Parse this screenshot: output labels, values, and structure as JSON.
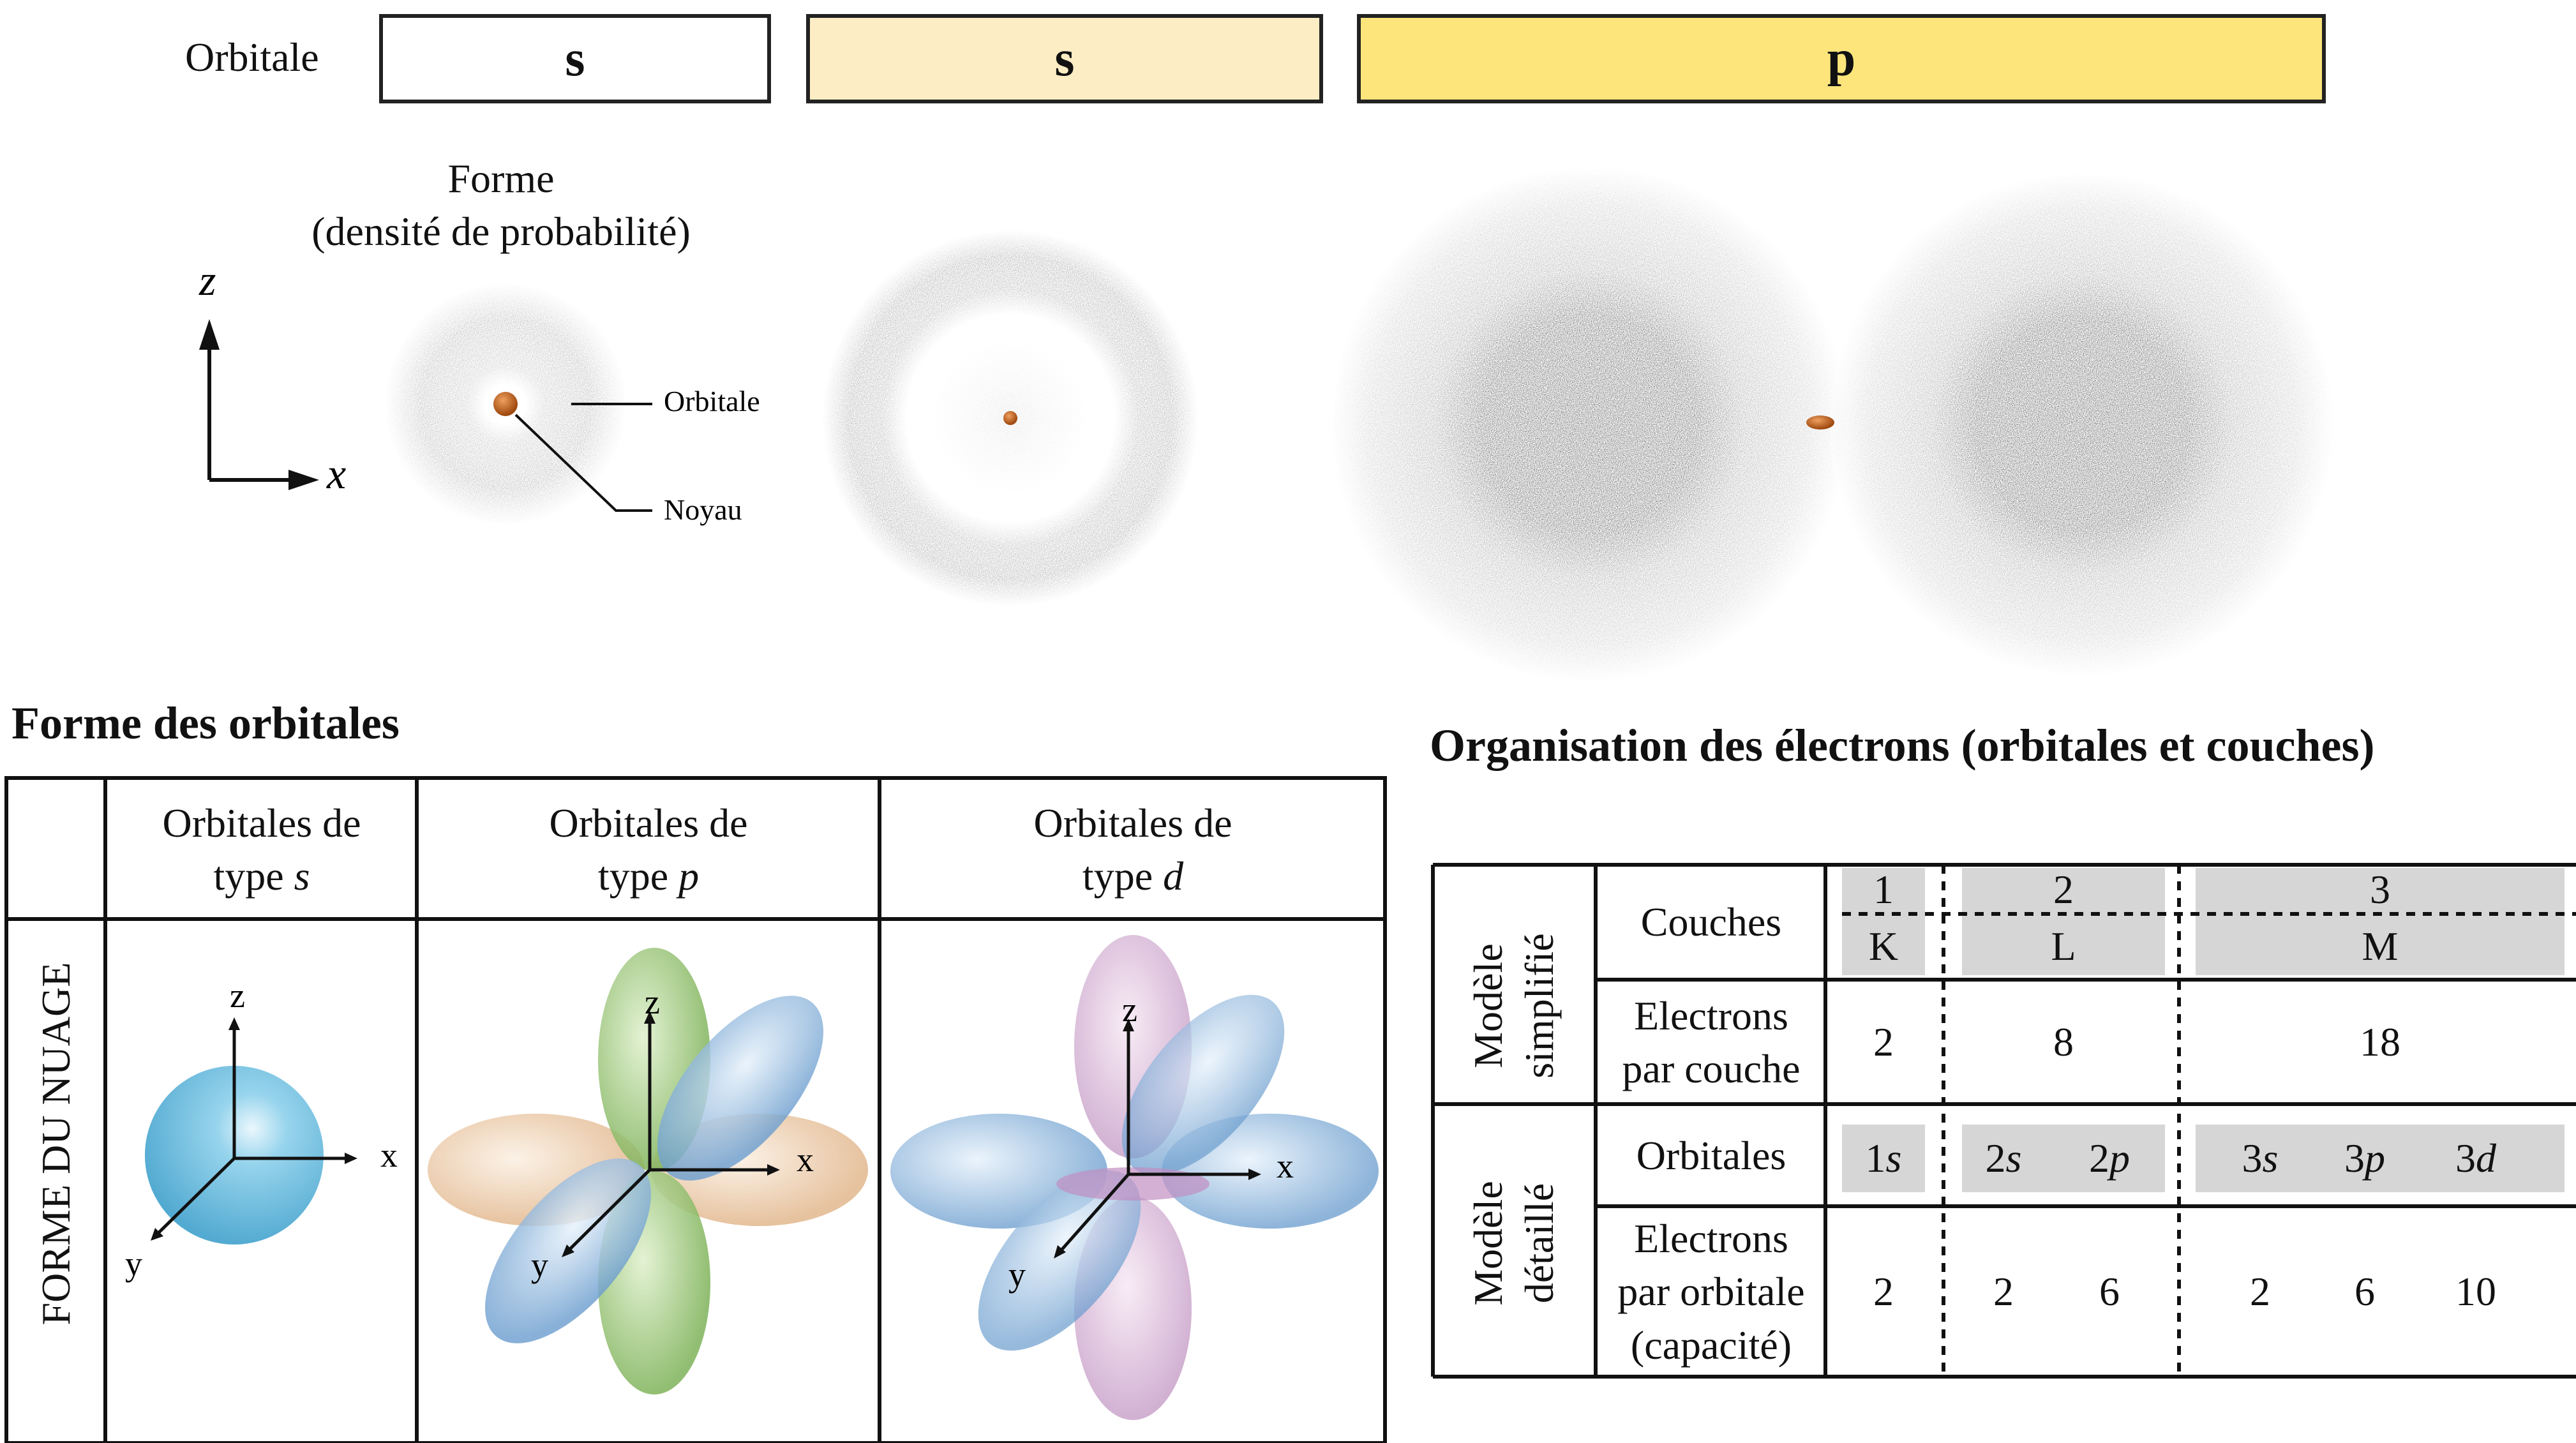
{
  "header": {
    "row_label": "Orbitale",
    "boxes": [
      {
        "label": "s",
        "fill": "#ffffff"
      },
      {
        "label": "s",
        "fill": "#fdedc4"
      },
      {
        "label": "p",
        "fill": "#fde57c"
      }
    ]
  },
  "shape": {
    "title_line1": "Forme",
    "title_line2": "(densité de probabilité)",
    "axis_z": "z",
    "axis_x": "x",
    "label_orbitale": "Orbitale",
    "label_noyau": "Noyau"
  },
  "left_table": {
    "title": "Forme des orbitales",
    "col1": {
      "line1": "Orbitales de",
      "line2a": "type ",
      "line2b": "s"
    },
    "col2": {
      "line1": "Orbitales de",
      "line2a": "type ",
      "line2b": "p"
    },
    "col3": {
      "line1": "Orbitales de",
      "line2a": "type ",
      "line2b": "d"
    },
    "row_label": "FORME DU NUAGE",
    "axes": {
      "x": "x",
      "y": "y",
      "z": "z"
    }
  },
  "right_table": {
    "title": "Organisation des électrons (orbitales et couches)",
    "group1": {
      "line1": "Modèle",
      "line2": "simplifié"
    },
    "group2": {
      "line1": "Modèle",
      "line2": "détaillé"
    },
    "row_couches": "Couches",
    "row_electrons_couche": {
      "line1": "Electrons",
      "line2": "par couche"
    },
    "row_orbitales": "Orbitales",
    "row_electrons_orbitale": {
      "line1": "Electrons",
      "line2": "par orbitale",
      "line3": "(capacité)"
    },
    "shells": [
      {
        "number": "1",
        "letter": "K",
        "electrons": "2",
        "orbitals": [
          {
            "n": "1",
            "t": "s",
            "cap": "2"
          }
        ]
      },
      {
        "number": "2",
        "letter": "L",
        "electrons": "8",
        "orbitals": [
          {
            "n": "2",
            "t": "s",
            "cap": "2"
          },
          {
            "n": "2",
            "t": "p",
            "cap": "6"
          }
        ]
      },
      {
        "number": "3",
        "letter": "M",
        "electrons": "18",
        "orbitals": [
          {
            "n": "3",
            "t": "s",
            "cap": "2"
          },
          {
            "n": "3",
            "t": "p",
            "cap": "6"
          },
          {
            "n": "3",
            "t": "d",
            "cap": "10"
          }
        ]
      }
    ]
  },
  "colors": {
    "cloud": "#8a8a8a",
    "nucleus": "#c8661c",
    "s_orbital": "#6cbfe0",
    "p_x": "#ecc9a6",
    "p_y": "#8db9e0",
    "p_z": "#9ec77c",
    "d_lobes": "#9dbfe0",
    "d_z": "#d9b3d9",
    "cell_gray": "#d6d6d6"
  }
}
